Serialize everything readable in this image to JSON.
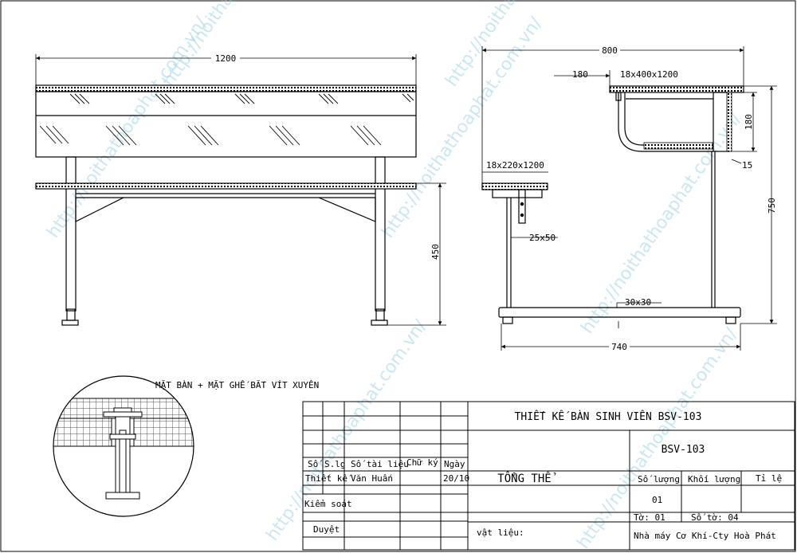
{
  "front_view": {
    "width_dim": "1200",
    "height_dim": "450"
  },
  "side_view": {
    "top_dim": "800",
    "desk_spacing_dim": "180",
    "desk_top_spec": "18x400x1200",
    "seat_spec": "18x220x1200",
    "drawer_depth_dim": "180",
    "drawer_thickness_dim": "15",
    "height_dim": "750",
    "post_spec": "25x50",
    "foot_spec": "30x30",
    "base_dim": "740"
  },
  "detail": {
    "label": "MẶT BÀN + MẶT GHẾ BẮT VÍT XUYÊN"
  },
  "title_block": {
    "title": "THIẾT KẾ BÀN SINH VIÊN BSV-103",
    "code": "BSV-103",
    "view_name": "TỔNG THỂ",
    "material_label": "vật liệu:",
    "headers": {
      "so": "Số",
      "slg": "S.lg",
      "so_tai_lieu": "Số tài liệu",
      "chu_ky": "Chữ ký",
      "ngay": "Ngày"
    },
    "designer_role": "Thiết kế",
    "designer_name": "Văn Huấn",
    "design_date": "20/10",
    "checker_role": "Kiểm soát",
    "approver_role": "Duyệt",
    "quantity_label": "Số lượng",
    "mass_label": "Khối lượng",
    "scale_label": "Tỉ lệ",
    "quantity_value": "01",
    "sheet": "Tờ: 01",
    "sheet_count": "Số tờ: 04",
    "company": "Nhà máy Cơ Khí-Cty Hoà Phát"
  },
  "watermark": "http://noithathoaphat.com.vn/"
}
